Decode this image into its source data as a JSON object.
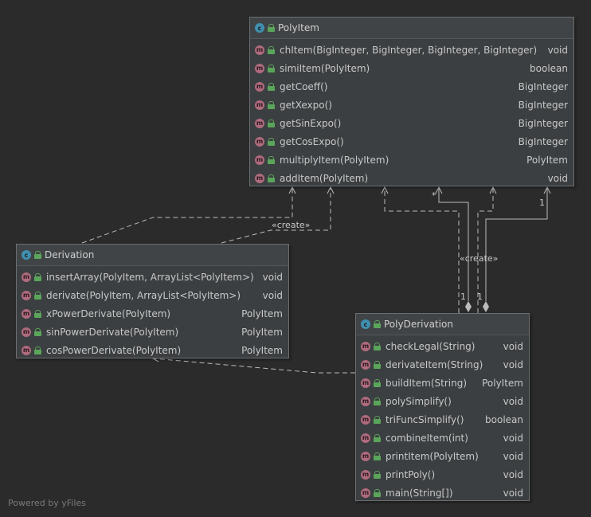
{
  "classes": {
    "polyitem": {
      "name": "PolyItem",
      "members": [
        {
          "sig": "chItem(BigInteger, BigInteger, BigInteger, BigInteger)",
          "ret": "void"
        },
        {
          "sig": "simiItem(PolyItem)",
          "ret": "boolean"
        },
        {
          "sig": "getCoeff()",
          "ret": "BigInteger"
        },
        {
          "sig": "getXexpo()",
          "ret": "BigInteger"
        },
        {
          "sig": "getSinExpo()",
          "ret": "BigInteger"
        },
        {
          "sig": "getCosExpo()",
          "ret": "BigInteger"
        },
        {
          "sig": "multiplyItem(PolyItem)",
          "ret": "PolyItem"
        },
        {
          "sig": "addItem(PolyItem)",
          "ret": "void"
        }
      ]
    },
    "derivation": {
      "name": "Derivation",
      "members": [
        {
          "sig": "insertArray(PolyItem, ArrayList<PolyItem>)",
          "ret": "void"
        },
        {
          "sig": "derivate(PolyItem, ArrayList<PolyItem>)",
          "ret": "void"
        },
        {
          "sig": "xPowerDerivate(PolyItem)",
          "ret": "PolyItem"
        },
        {
          "sig": "sinPowerDerivate(PolyItem)",
          "ret": "PolyItem"
        },
        {
          "sig": "cosPowerDerivate(PolyItem)",
          "ret": "PolyItem"
        }
      ]
    },
    "polyderivation": {
      "name": "PolyDerivation",
      "members": [
        {
          "sig": "checkLegal(String)",
          "ret": "void"
        },
        {
          "sig": "derivateItem(String)",
          "ret": "void"
        },
        {
          "sig": "buildItem(String)",
          "ret": "PolyItem"
        },
        {
          "sig": "polySimplify()",
          "ret": "void"
        },
        {
          "sig": "triFuncSimplify()",
          "ret": "boolean"
        },
        {
          "sig": "combineItem(int)",
          "ret": "void"
        },
        {
          "sig": "printItem(PolyItem)",
          "ret": "void"
        },
        {
          "sig": "printPoly()",
          "ret": "void"
        },
        {
          "sig": "main(String[])",
          "ret": "void"
        }
      ]
    }
  },
  "badges": {
    "class": "c",
    "method": "m"
  },
  "edge_labels": {
    "create_left": "«create»",
    "create_right": "«create»",
    "mult_star": "*",
    "mult_one_top": "1",
    "mult_one_a": "1",
    "mult_one_b": "1"
  },
  "footer": "Powered by yFiles",
  "colors": {
    "background": "#2b2b2b",
    "node": "#3c3f41",
    "edge": "#bbbbbb",
    "class_badge": "#3f8fb0",
    "method_badge": "#b06b7e"
  }
}
